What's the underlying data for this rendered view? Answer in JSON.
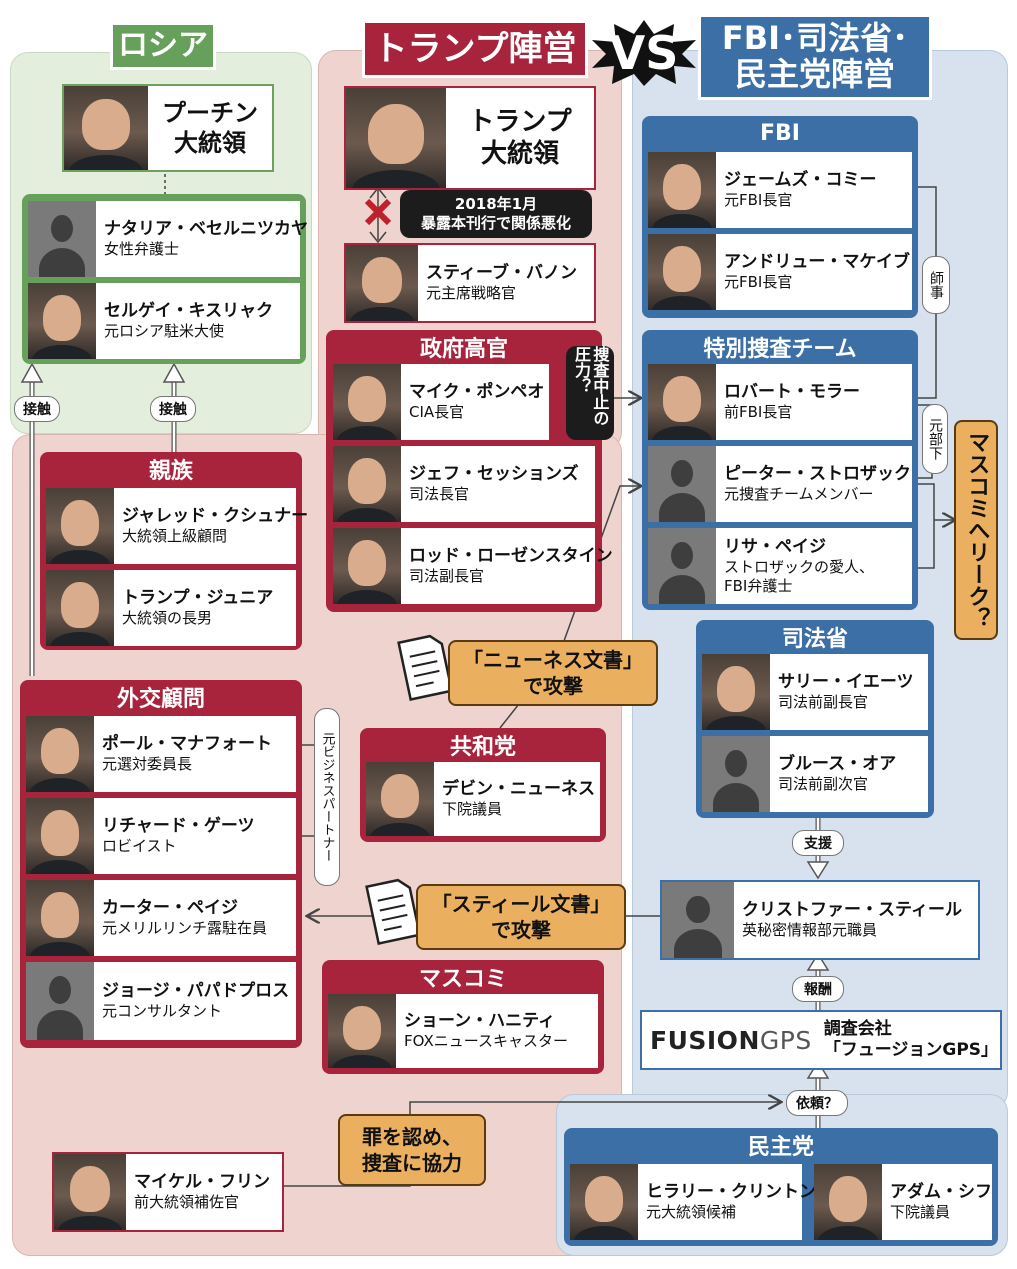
{
  "headers": {
    "russia": "ロシア",
    "trump": "トランプ陣営",
    "vs": "VS",
    "fbi_line1": "FBI･司法省･",
    "fbi_line2": "民主党陣営"
  },
  "russia": {
    "putin": {
      "name_line1": "プーチン",
      "name_line2": "大統領"
    },
    "people": [
      {
        "name": "ナタリア・ベセルニツカヤ",
        "role": "女性弁護士"
      },
      {
        "name": "セルゲイ・キスリャク",
        "role": "元ロシア駐米大使"
      }
    ]
  },
  "trump_camp": {
    "trump": {
      "name_line1": "トランプ",
      "name_line2": "大統領"
    },
    "feud_note_line1": "2018年1月",
    "feud_note_line2": "暴露本刊行で関係悪化",
    "bannon": {
      "name": "スティーブ・バノン",
      "role": "元主席戦略官"
    },
    "officials": {
      "title": "政府高官",
      "people": [
        {
          "name": "マイク・ポンペオ",
          "role": "CIA長官"
        },
        {
          "name": "ジェフ・セッションズ",
          "role": "司法長官"
        },
        {
          "name": "ロッド・ローゼンスタイン",
          "role": "司法副長官"
        }
      ]
    },
    "family": {
      "title": "親族",
      "people": [
        {
          "name": "ジャレッド・クシュナー",
          "role": "大統領上級顧問"
        },
        {
          "name": "トランプ・ジュニア",
          "role": "大統領の長男"
        }
      ]
    },
    "advisers": {
      "title": "外交顧問",
      "people": [
        {
          "name": "ポール・マナフォート",
          "role": "元選対委員長"
        },
        {
          "name": "リチャード・ゲーツ",
          "role": "ロビイスト"
        },
        {
          "name": "カーター・ペイジ",
          "role": "元メリルリンチ露駐在員"
        },
        {
          "name": "ジョージ・パパドプロス",
          "role": "元コンサルタント"
        }
      ]
    },
    "gop": {
      "title": "共和党",
      "name": "デビン・ニューネス",
      "role": "下院議員"
    },
    "media": {
      "title": "マスコミ",
      "name": "ショーン・ハニティ",
      "role": "FOXニュースキャスター"
    },
    "flynn": {
      "name": "マイケル・フリン",
      "role": "前大統領補佐官"
    }
  },
  "fbi_camp": {
    "fbi": {
      "title": "FBI",
      "people": [
        {
          "name": "ジェームズ・コミー",
          "role": "元FBI長官"
        },
        {
          "name": "アンドリュー・マケイブ",
          "role": "元FBI長官"
        }
      ]
    },
    "special": {
      "title": "特別捜査チーム",
      "people": [
        {
          "name": "ロバート・モラー",
          "role": "前FBI長官"
        },
        {
          "name": "ピーター・ストロザック",
          "role": "元捜査チームメンバー"
        },
        {
          "name": "リサ・ペイジ",
          "role": "ストロザックの愛人、",
          "role2": "FBI弁護士"
        }
      ]
    },
    "doj": {
      "title": "司法省",
      "people": [
        {
          "name": "サリー・イエーツ",
          "role": "司法前副長官"
        },
        {
          "name": "ブルース・オア",
          "role": "司法前副次官"
        }
      ]
    },
    "steele": {
      "name": "クリストファー・スティール",
      "role": "英秘密情報部元職員"
    },
    "fusion": {
      "logo_bold": "FUSION",
      "logo_light": "GPS",
      "line1": "調査会社",
      "line2": "「フュージョンGPS」"
    },
    "dems": {
      "title": "民主党",
      "people": [
        {
          "name": "ヒラリー・クリントン",
          "role": "元大統領候補"
        },
        {
          "name": "アダム・シフ",
          "role": "下院議員"
        }
      ]
    }
  },
  "labels": {
    "contact": "接触",
    "pressure": "捜査中止の圧力？",
    "mentor": "師事",
    "subordinate": "元部下",
    "leak": "マスコミへリーク？",
    "nunes_memo_line1": "「ニューネス文書」",
    "nunes_memo_line2": "で攻撃",
    "steele_dossier_line1": "「スティール文書」",
    "steele_dossier_line2": "で攻撃",
    "biz_partner": "元ビジネスパートナー",
    "support": "支援",
    "reward": "報酬",
    "request": "依頼？",
    "flynn_line1": "罪を認め、",
    "flynn_line2": "捜査に協力"
  },
  "colors": {
    "russia": "#67a05b",
    "trump": "#a8243c",
    "fbi": "#3c6fa6",
    "accent_orange": "#eab060"
  }
}
